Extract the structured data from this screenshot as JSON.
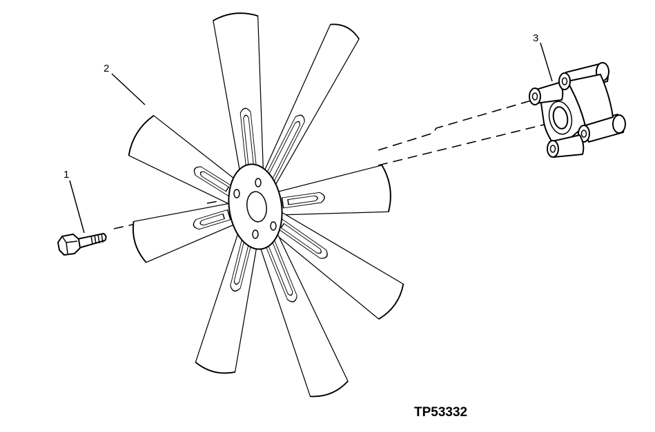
{
  "callouts": {
    "bolt": "1",
    "fan": "2",
    "spacer": "3"
  },
  "figure_id": "TP53332",
  "colors": {
    "ink": "#000000",
    "paper": "#ffffff"
  }
}
